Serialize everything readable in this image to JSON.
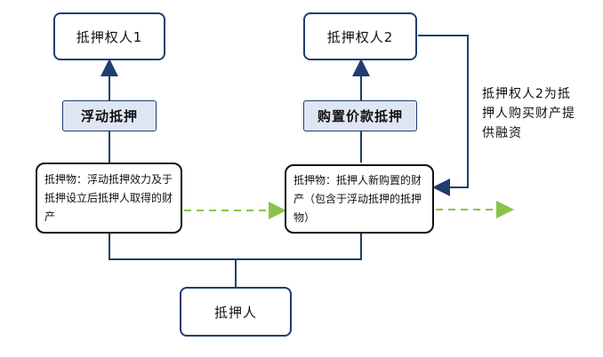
{
  "nodes": {
    "mortgagee1": "抵押权人1",
    "mortgagee2": "抵押权人2",
    "floating_mortgage": "浮动抵押",
    "purchase_money_mortgage": "购置价款抵押",
    "collateral_left": "抵押物：浮动抵押效力及于抵押设立后抵押人取得的财产",
    "collateral_right": "抵押物：抵押人新购置的财产（包含于浮动抵押的抵押物）",
    "mortgagor": "抵押人"
  },
  "notes": {
    "financing": "抵押权人2为抵押人购买财产提供融资"
  },
  "colors": {
    "box_border": "#1f3d6e",
    "label_fill": "#dfe6f3",
    "arrow_solid": "#1f3d6e",
    "arrow_dashed": "#8bc34a"
  }
}
